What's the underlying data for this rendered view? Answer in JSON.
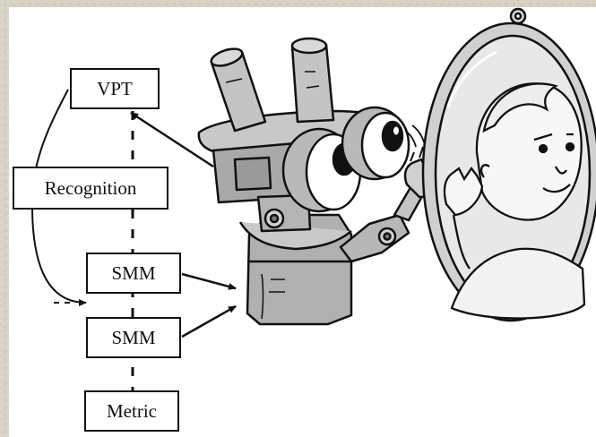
{
  "diagram": {
    "boxes": {
      "vpt": "VPT",
      "recognition": "Recognition",
      "smm_upper": "SMM",
      "smm_lower": "SMM",
      "metric": "Metric"
    }
  },
  "illustration": {
    "subject": "robot-icon",
    "reflection": "mirror-icon"
  },
  "colors": {
    "background": "#d8d2c6",
    "ink": "#111111",
    "metal": "#b9b9b9",
    "mirror_glass": "#e6e6e6"
  }
}
